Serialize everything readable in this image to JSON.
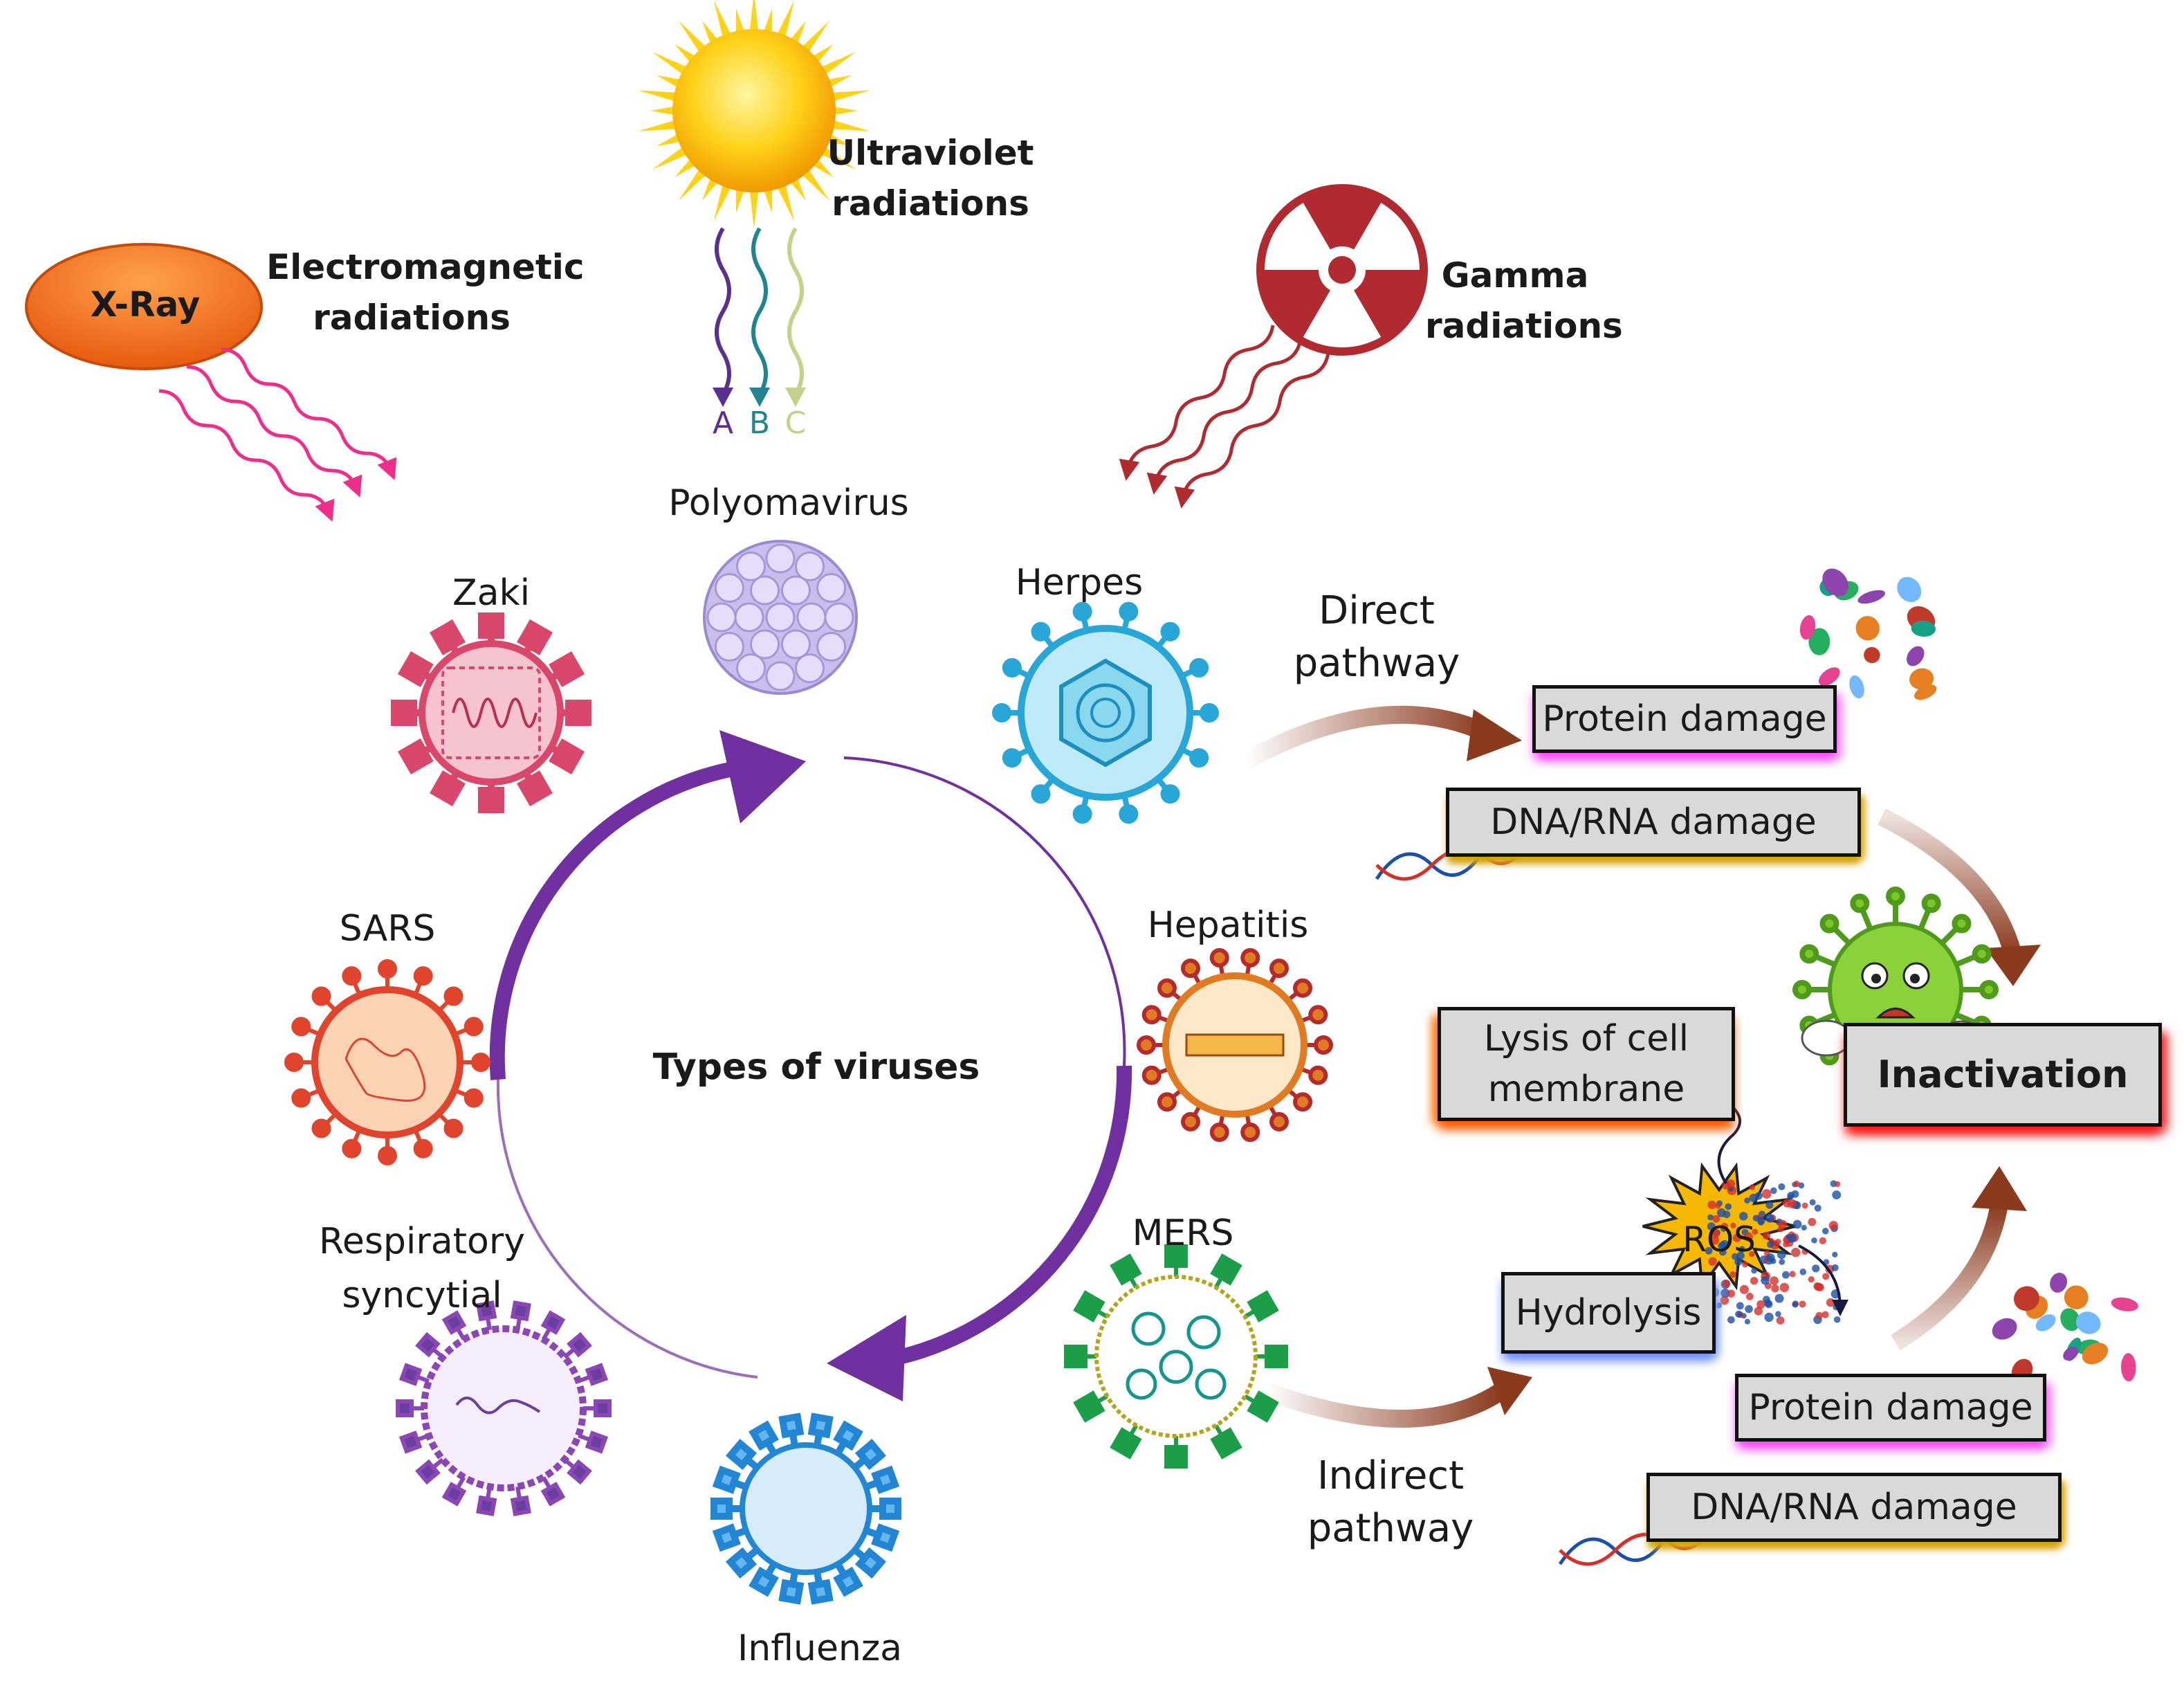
{
  "radiation_sources": {
    "xray": {
      "badge": "X-Ray",
      "label": "Electromagnetic\nradiations"
    },
    "uv": {
      "label": "Ultraviolet\nradiations",
      "bands": [
        "A",
        "B",
        "C"
      ]
    },
    "gamma": {
      "label": "Gamma\nradiations"
    }
  },
  "cycle": {
    "center_label": "Types of viruses",
    "viruses": [
      "Polyomavirus",
      "Herpes",
      "Hepatitis",
      "MERS",
      "Influenza",
      "Respiratory\nsyncytial",
      "SARS",
      "Zaki"
    ]
  },
  "direct_pathway": {
    "label": "Direct\npathway",
    "protein_damage": "Protein damage",
    "dna_rna_damage": "DNA/RNA damage"
  },
  "indirect_pathway": {
    "label": "Indirect\npathway",
    "ros": "ROS",
    "lysis": "Lysis of cell\nmembrane",
    "hydrolysis": "Hydrolysis",
    "protein_damage": "Protein damage",
    "dna_rna_damage": "DNA/RNA damage"
  },
  "outcome": {
    "inactivation": "Inactivation"
  },
  "colors": {
    "cycle_purple": "#7030a0",
    "pathway_brown": "#8b3a1e",
    "xray_orange": "#f26b1d",
    "gamma_red": "#b02a30",
    "xray_wave_pink": "#ee2f8a",
    "uv_wave_purple": "#5b2f91",
    "uv_wave_teal": "#21858f",
    "uv_wave_olive": "#c6d08a"
  }
}
